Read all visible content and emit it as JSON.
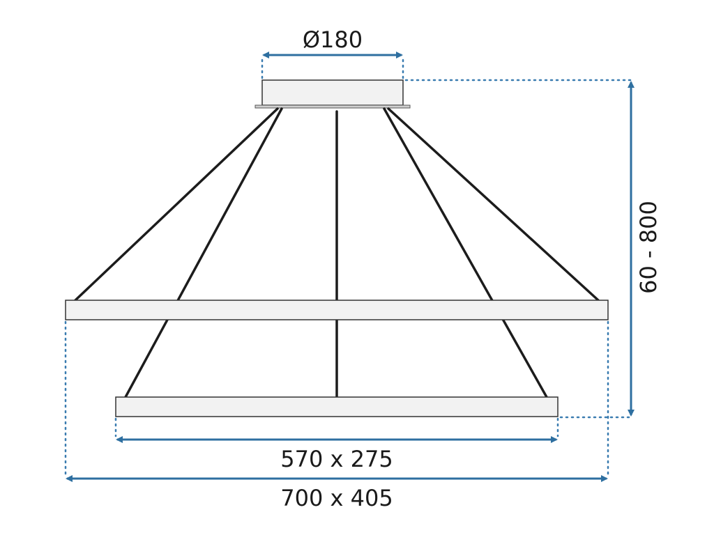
{
  "dimensions": {
    "canopy_diameter": "Ø180",
    "height_range": "60 - 800",
    "inner_ring": "570 x 275",
    "outer_ring": "700 x 405"
  },
  "colors": {
    "dimension_arrow": "#2e6fa0",
    "dotted_guide": "#3a7cb0",
    "cable": "#1c1c1c",
    "ring_fill": "#f2f2f2",
    "ring_stroke": "#333333"
  }
}
